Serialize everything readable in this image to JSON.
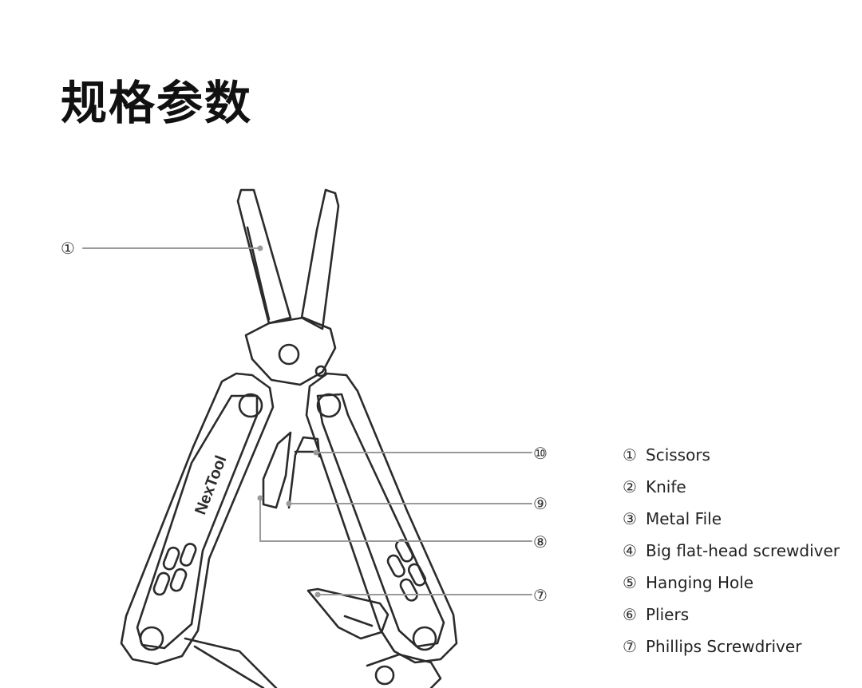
{
  "title": "规格参数",
  "brand_mark": "NexTool",
  "callouts": [
    "①",
    "⑩",
    "⑨",
    "⑧",
    "⑦"
  ],
  "legend": [
    {
      "num": "①",
      "label": "Scissors"
    },
    {
      "num": "②",
      "label": "Knife"
    },
    {
      "num": "③",
      "label": "Metal File"
    },
    {
      "num": "④",
      "label": "Big flat-head screwdiver"
    },
    {
      "num": "⑤",
      "label": "Hanging Hole"
    },
    {
      "num": "⑥",
      "label": "Pliers"
    },
    {
      "num": "⑦",
      "label": "Phillips Screwdriver"
    }
  ]
}
